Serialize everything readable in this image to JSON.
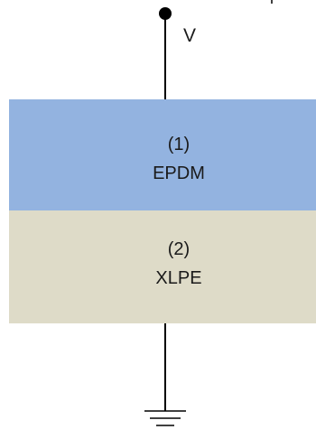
{
  "source": {
    "label": "V"
  },
  "layers": [
    {
      "number": "(1)",
      "material": "EPDM",
      "color": "#93b3e0"
    },
    {
      "number": "(2)",
      "material": "XLPE",
      "color": "#dedbc8"
    }
  ],
  "colors": {
    "wire": "#000000",
    "terminal": "#000000"
  },
  "icons": {
    "terminal": "terminal-dot-icon",
    "ground": "ground-icon"
  }
}
